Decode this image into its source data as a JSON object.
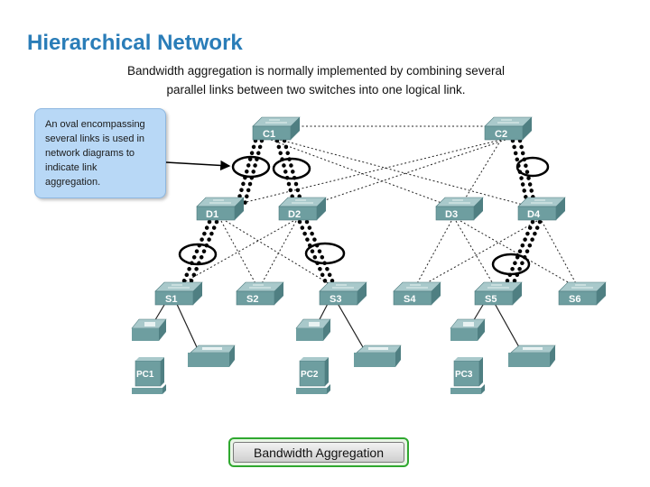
{
  "title": "Hierarchical Network",
  "subtitle": {
    "line1": "Bandwidth aggregation is normally implemented by combining several",
    "line2": "parallel links between two switches into one logical link."
  },
  "callout": {
    "line1": "An oval encompassing",
    "line2": "several links is used in",
    "line3": "network diagrams to",
    "line4": "indicate link",
    "line5": "aggregation."
  },
  "core_switches": [
    "C1",
    "C2"
  ],
  "distribution_switches": [
    "D1",
    "D2",
    "D3",
    "D4"
  ],
  "access_switches": [
    "S1",
    "S2",
    "S3",
    "S4",
    "S5",
    "S6"
  ],
  "pcs": [
    "PC1",
    "PC2",
    "PC3"
  ],
  "button": {
    "label": "Bandwidth Aggregation"
  },
  "colors": {
    "title": "#2a7db8",
    "switch": "#6e9ea0",
    "callout": "#b8d8f6",
    "button_border": "#2fa82f"
  }
}
